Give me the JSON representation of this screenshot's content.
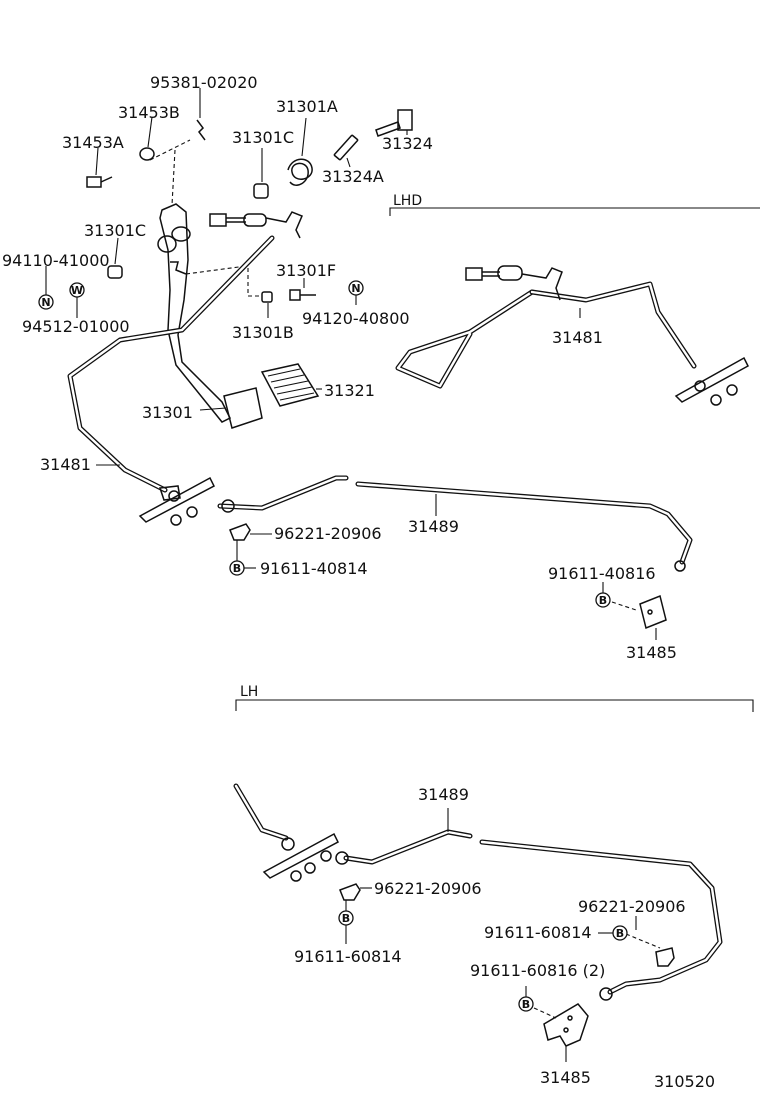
{
  "labels": {
    "p95381_02020": "95381-02020",
    "p31453B": "31453B",
    "p31453A": "31453A",
    "p31301A": "31301A",
    "p31301C_top": "31301C",
    "p31324": "31324",
    "p31324A": "31324A",
    "p31301C_left": "31301C",
    "p94110_41000": "94110-41000",
    "p94512_01000": "94512-01000",
    "p31301F": "31301F",
    "p94120_40800": "94120-40800",
    "p31301B": "31301B",
    "p31321": "31321",
    "p31301": "31301",
    "p31481_left": "31481",
    "p31481_lhd": "31481",
    "p96221_20906_a": "96221-20906",
    "p91611_40814": "91611-40814",
    "p31489_a": "31489",
    "p91611_40816": "91611-40816",
    "p31485_a": "31485",
    "p31489_b": "31489",
    "p96221_20906_b": "96221-20906",
    "p91611_60814_a": "91611-60814",
    "p96221_20906_c": "96221-20906",
    "p91611_60814_b": "91611-60814",
    "p91611_60816": "91611-60816 (2)",
    "p31485_b": "31485",
    "fig_no": "310520"
  },
  "sections": {
    "lhd": "LHD",
    "lh": "LH"
  },
  "symbols": {
    "n": "N",
    "w": "W",
    "b": "B"
  },
  "icons": [
    "clutch-pedal-icon",
    "pedal-pad-icon",
    "bolt-icon",
    "pin-icon",
    "spring-icon",
    "bushing-icon",
    "clip-icon",
    "bracket-icon",
    "tube-icon"
  ]
}
